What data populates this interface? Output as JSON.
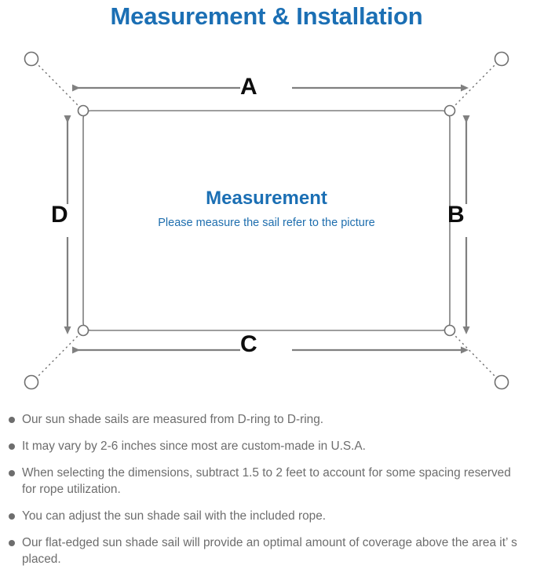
{
  "page": {
    "title": "Measurement & Installation",
    "accent_blue": "#1b6fb4",
    "line_gray": "#808080",
    "text_gray": "#6d6d6d",
    "background": "#ffffff"
  },
  "diagram": {
    "name": "shade-sail-measurement-diagram",
    "center_title": "Measurement",
    "center_subtitle": "Please measure the sail refer to the picture",
    "dimension_labels": [
      {
        "id": "A",
        "label": "A",
        "edge": "top",
        "orientation": "horizontal"
      },
      {
        "id": "B",
        "label": "B",
        "edge": "right",
        "orientation": "vertical"
      },
      {
        "id": "C",
        "label": "C",
        "edge": "bottom",
        "orientation": "horizontal"
      },
      {
        "id": "D",
        "label": "D",
        "edge": "left",
        "orientation": "vertical"
      }
    ],
    "corners": [
      {
        "id": "top-left",
        "d_ring": true,
        "anchor": true
      },
      {
        "id": "top-right",
        "d_ring": true,
        "anchor": true
      },
      {
        "id": "bottom-left",
        "d_ring": true,
        "anchor": true
      },
      {
        "id": "bottom-right",
        "d_ring": true,
        "anchor": true
      }
    ],
    "icons": [
      "d-ring-icon",
      "anchor-point-icon",
      "dotted-rope-line-icon",
      "double-arrow-icon"
    ]
  },
  "notes": [
    {
      "text": "Our sun shade sails are measured from D-ring to D-ring."
    },
    {
      "text": "It may vary by 2-6 inches since most are custom-made in U.S.A."
    },
    {
      "text": "When selecting the dimensions, subtract 1.5 to 2 feet to account for some spacing reserved for rope utilization."
    },
    {
      "text": "You can adjust the sun shade sail with the included rope."
    },
    {
      "text": "Our flat-edged sun shade sail will provide an optimal amount of coverage above the area it’ s placed."
    }
  ]
}
